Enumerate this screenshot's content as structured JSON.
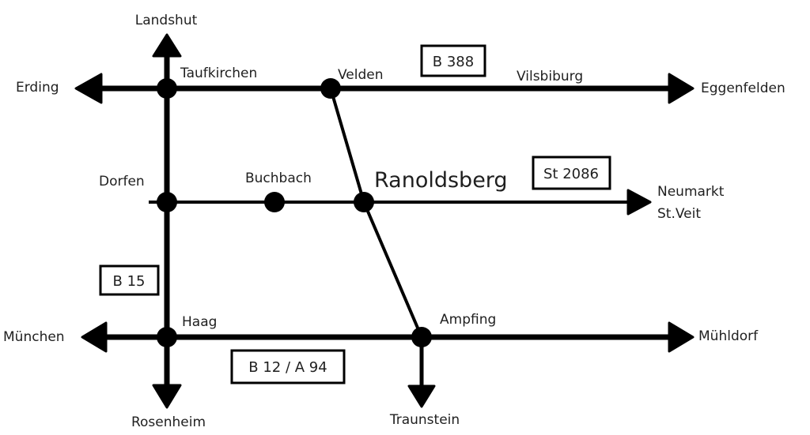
{
  "map": {
    "title": "Ranoldsberg road connections",
    "line_color": "#000000",
    "text_color": "#1f1f1f",
    "places": {
      "landshut": "Landshut",
      "erding": "Erding",
      "taufkirchen": "Taufkirchen",
      "velden": "Velden",
      "vilsbiburg": "Vilsbiburg",
      "eggenfelden": "Eggenfelden",
      "dorfen": "Dorfen",
      "buchbach": "Buchbach",
      "ranoldsberg": "Ranoldsberg",
      "neumarkt_line1": "Neumarkt",
      "neumarkt_line2": "St.Veit",
      "muenchen": "München",
      "haag": "Haag",
      "ampfing": "Ampfing",
      "muehldorf": "Mühldorf",
      "rosenheim": "Rosenheim",
      "traunstein": "Traunstein"
    },
    "roads": {
      "b388": "B 388",
      "st2086": "St 2086",
      "b15": "B 15",
      "b12_a94": "B 12 / A 94"
    }
  }
}
